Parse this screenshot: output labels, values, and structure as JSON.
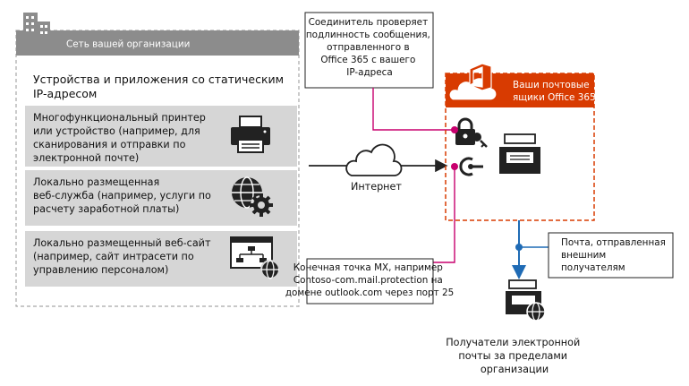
{
  "org": {
    "header": "Сеть вашей организации",
    "static_title": [
      "Устройства и приложения со статическим",
      "IP-адресом"
    ],
    "devices": [
      {
        "lines": [
          "Многофункциональный принтер",
          "или устройство (например, для",
          "сканирования и отправки по",
          "электронной почте)"
        ],
        "icon": "printer-icon"
      },
      {
        "lines": [
          "Локально размещенная",
          "веб-служба (например, услуги по",
          "расчету заработной платы)"
        ],
        "icon": "globe-gear-icon"
      },
      {
        "lines": [
          "Локально размещенный веб-сайт",
          "(например, сайт интрасети по",
          "управлению персоналом)"
        ],
        "icon": "website-icon"
      }
    ]
  },
  "internet_label": "Интернет",
  "connector_callout": [
    "Соединитель проверяет",
    "подлинность сообщения,",
    "отправленного в",
    "Office 365 с вашего",
    "IP-адреса"
  ],
  "o365": {
    "title": [
      "Ваши почтовые",
      "ящики Office 365"
    ]
  },
  "mx_callout": [
    "Конечная точка MX, например",
    "Contoso-com.mail.protection на",
    "домене outlook.com через порт 25"
  ],
  "external_callout": [
    "Почта, отправленная",
    "внешним",
    "получателям"
  ],
  "external_recipients": [
    "Получатели электронной",
    "почты за пределами",
    "организации"
  ],
  "colors": {
    "accent": "#D83B01",
    "magenta": "#C8006E",
    "blue": "#1F6BB5",
    "gray_band": "#D6D6D6",
    "header": "#8C8C8C"
  }
}
